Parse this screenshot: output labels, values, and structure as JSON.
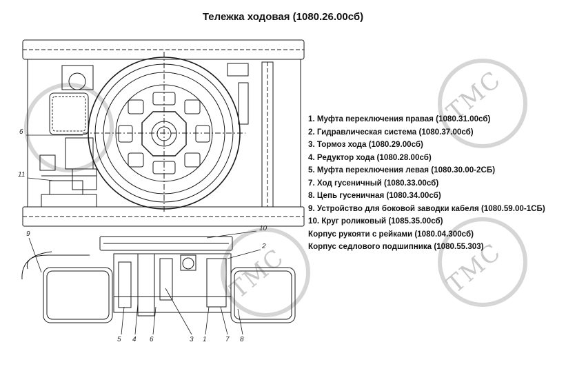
{
  "title": "Тележка ходовая (1080.26.00сб)",
  "legend": [
    "1. Муфта переключения правая (1080.31.00сб)",
    "2. Гидравлическая система (1080.37.00сб)",
    "3. Тормоз хода (1080.29.00сб)",
    "4. Редуктор хода (1080.28.00сб)",
    "5. Муфта переключения левая (1080.30.00-2СБ)",
    "7. Ход гусеничный (1080.33.00сб)",
    "8. Цепь гусеничная (1080.34.00сб)",
    "9. Устройство для боковой заводки кабеля (1080.59.00-1СБ)",
    "10. Круг роликовый (1085.35.00сб)",
    "Корпус рукояти с рейками (1080.04.300сб)",
    "Корпус седлового подшипника (1080.55.303)"
  ],
  "callouts": {
    "c6_top": "6",
    "c11": "11",
    "c9": "9",
    "c10": "10",
    "c2": "2",
    "c5": "5",
    "c4": "4",
    "c6_bottom": "6",
    "c3": "3",
    "c1": "1",
    "c7": "7",
    "c8": "8"
  },
  "watermarks": [
    "ТМС",
    "ТМС",
    "ТМС"
  ],
  "colors": {
    "line": "#1a1a1a",
    "watermark": "#c9c9c9",
    "background": "#ffffff"
  }
}
